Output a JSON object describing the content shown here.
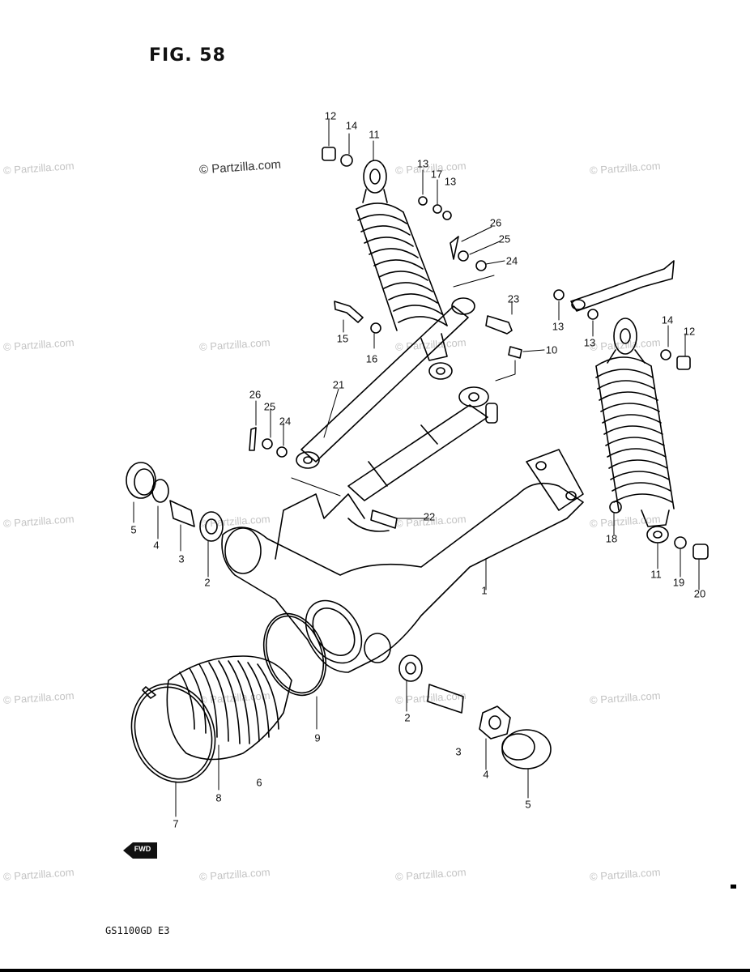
{
  "figure": {
    "title": "FIG. 58",
    "model_code": "GS1100GD  E3"
  },
  "watermark": "© Partzilla.com",
  "fwd_label": "FWD",
  "callouts": [
    "12",
    "14",
    "11",
    "13",
    "17",
    "13",
    "26",
    "25",
    "24",
    "23",
    "10",
    "15",
    "16",
    "21",
    "26",
    "25",
    "24",
    "13",
    "13",
    "14",
    "12",
    "22",
    "5",
    "4",
    "3",
    "2",
    "1",
    "18",
    "11",
    "19",
    "20",
    "9",
    "2",
    "3",
    "4",
    "5",
    "6",
    "7",
    "8"
  ]
}
